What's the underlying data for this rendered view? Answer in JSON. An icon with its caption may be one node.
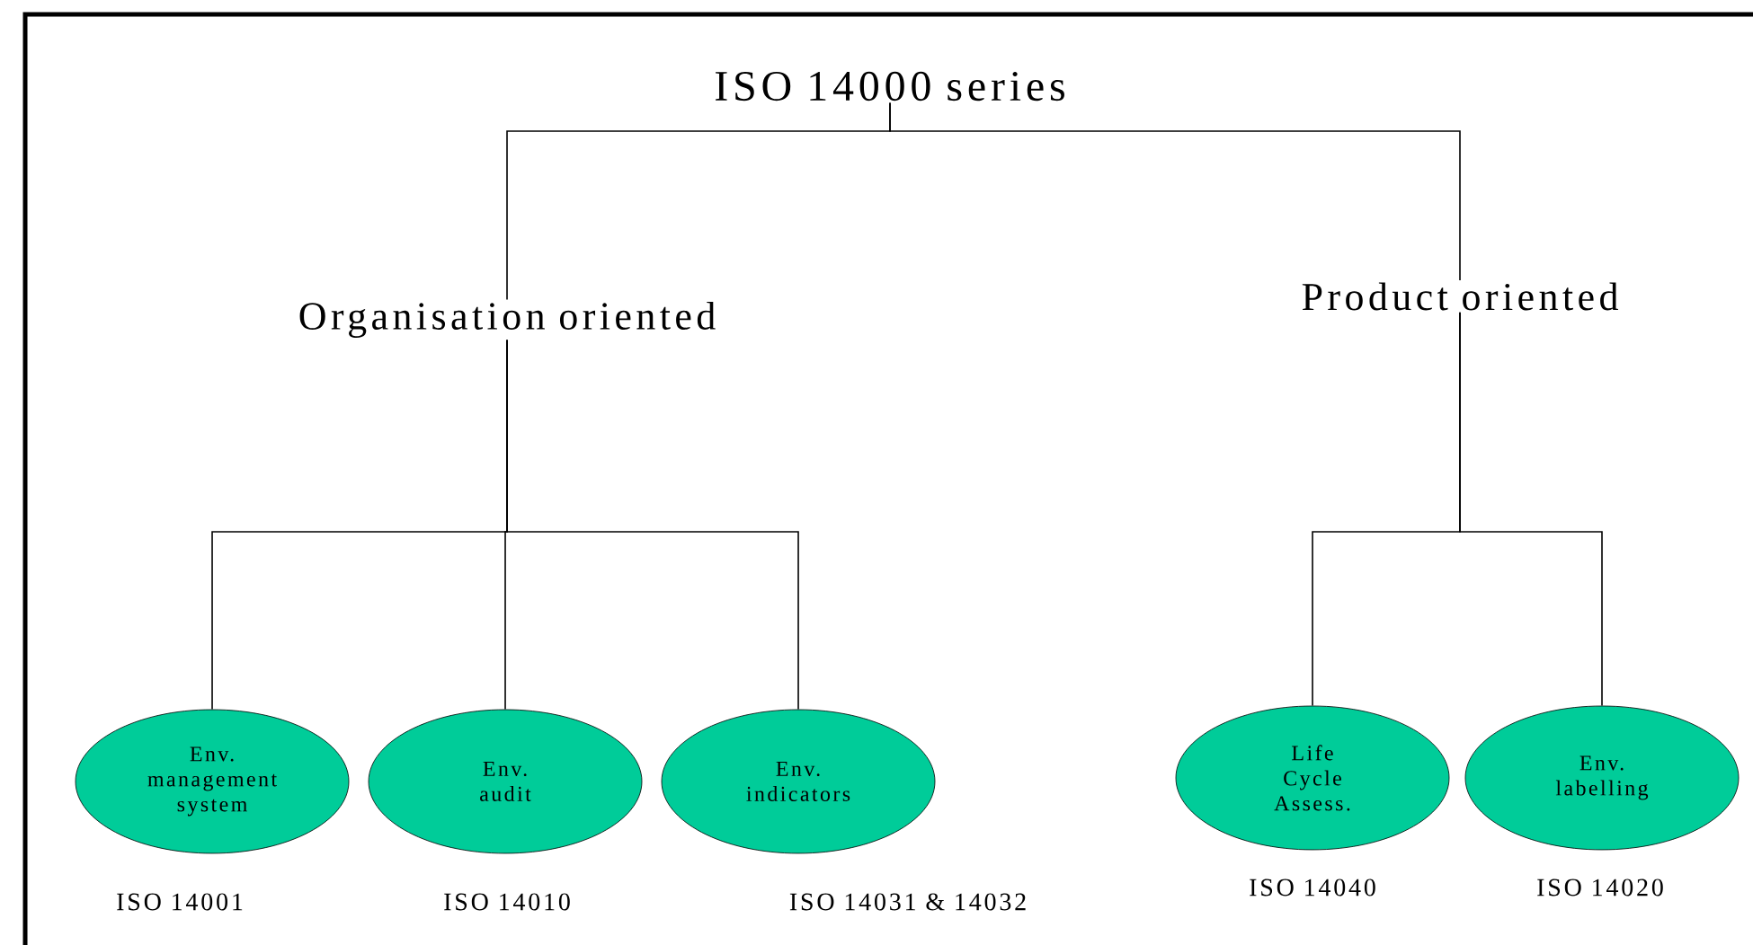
{
  "diagram": {
    "nodes": [
      {
        "text": [
          "ISO 14000 series"
        ]
      },
      {
        "text": [
          "Organisation oriented"
        ]
      },
      {
        "text": [
          "Product oriented"
        ]
      },
      {
        "text": [
          "Env. management system"
        ],
        "beside": [
          "ISO 14001"
        ]
      },
      {
        "text": [
          "Env. audit"
        ],
        "beside": [
          "ISO 14010"
        ]
      },
      {
        "text": [
          "Env. indicators"
        ],
        "beside": [
          "ISO 14031 & 14032"
        ]
      },
      {
        "text": [
          "Life Cycle Assess."
        ],
        "beside": [
          "ISO 14040"
        ]
      },
      {
        "text": [
          "Env. labelling"
        ],
        "beside": [
          "ISO 14020"
        ]
      }
    ],
    "edges": [
      {
        "from": 0,
        "to": 1,
        "arrow": "none"
      },
      {
        "from": 0,
        "to": 2,
        "arrow": "none"
      },
      {
        "from": 1,
        "to": 3,
        "arrow": "none"
      },
      {
        "from": 1,
        "to": 4,
        "arrow": "none"
      },
      {
        "from": 1,
        "to": 5,
        "arrow": "none"
      },
      {
        "from": 2,
        "to": 6,
        "arrow": "none"
      },
      {
        "from": 2,
        "to": 7,
        "arrow": "none"
      }
    ]
  }
}
